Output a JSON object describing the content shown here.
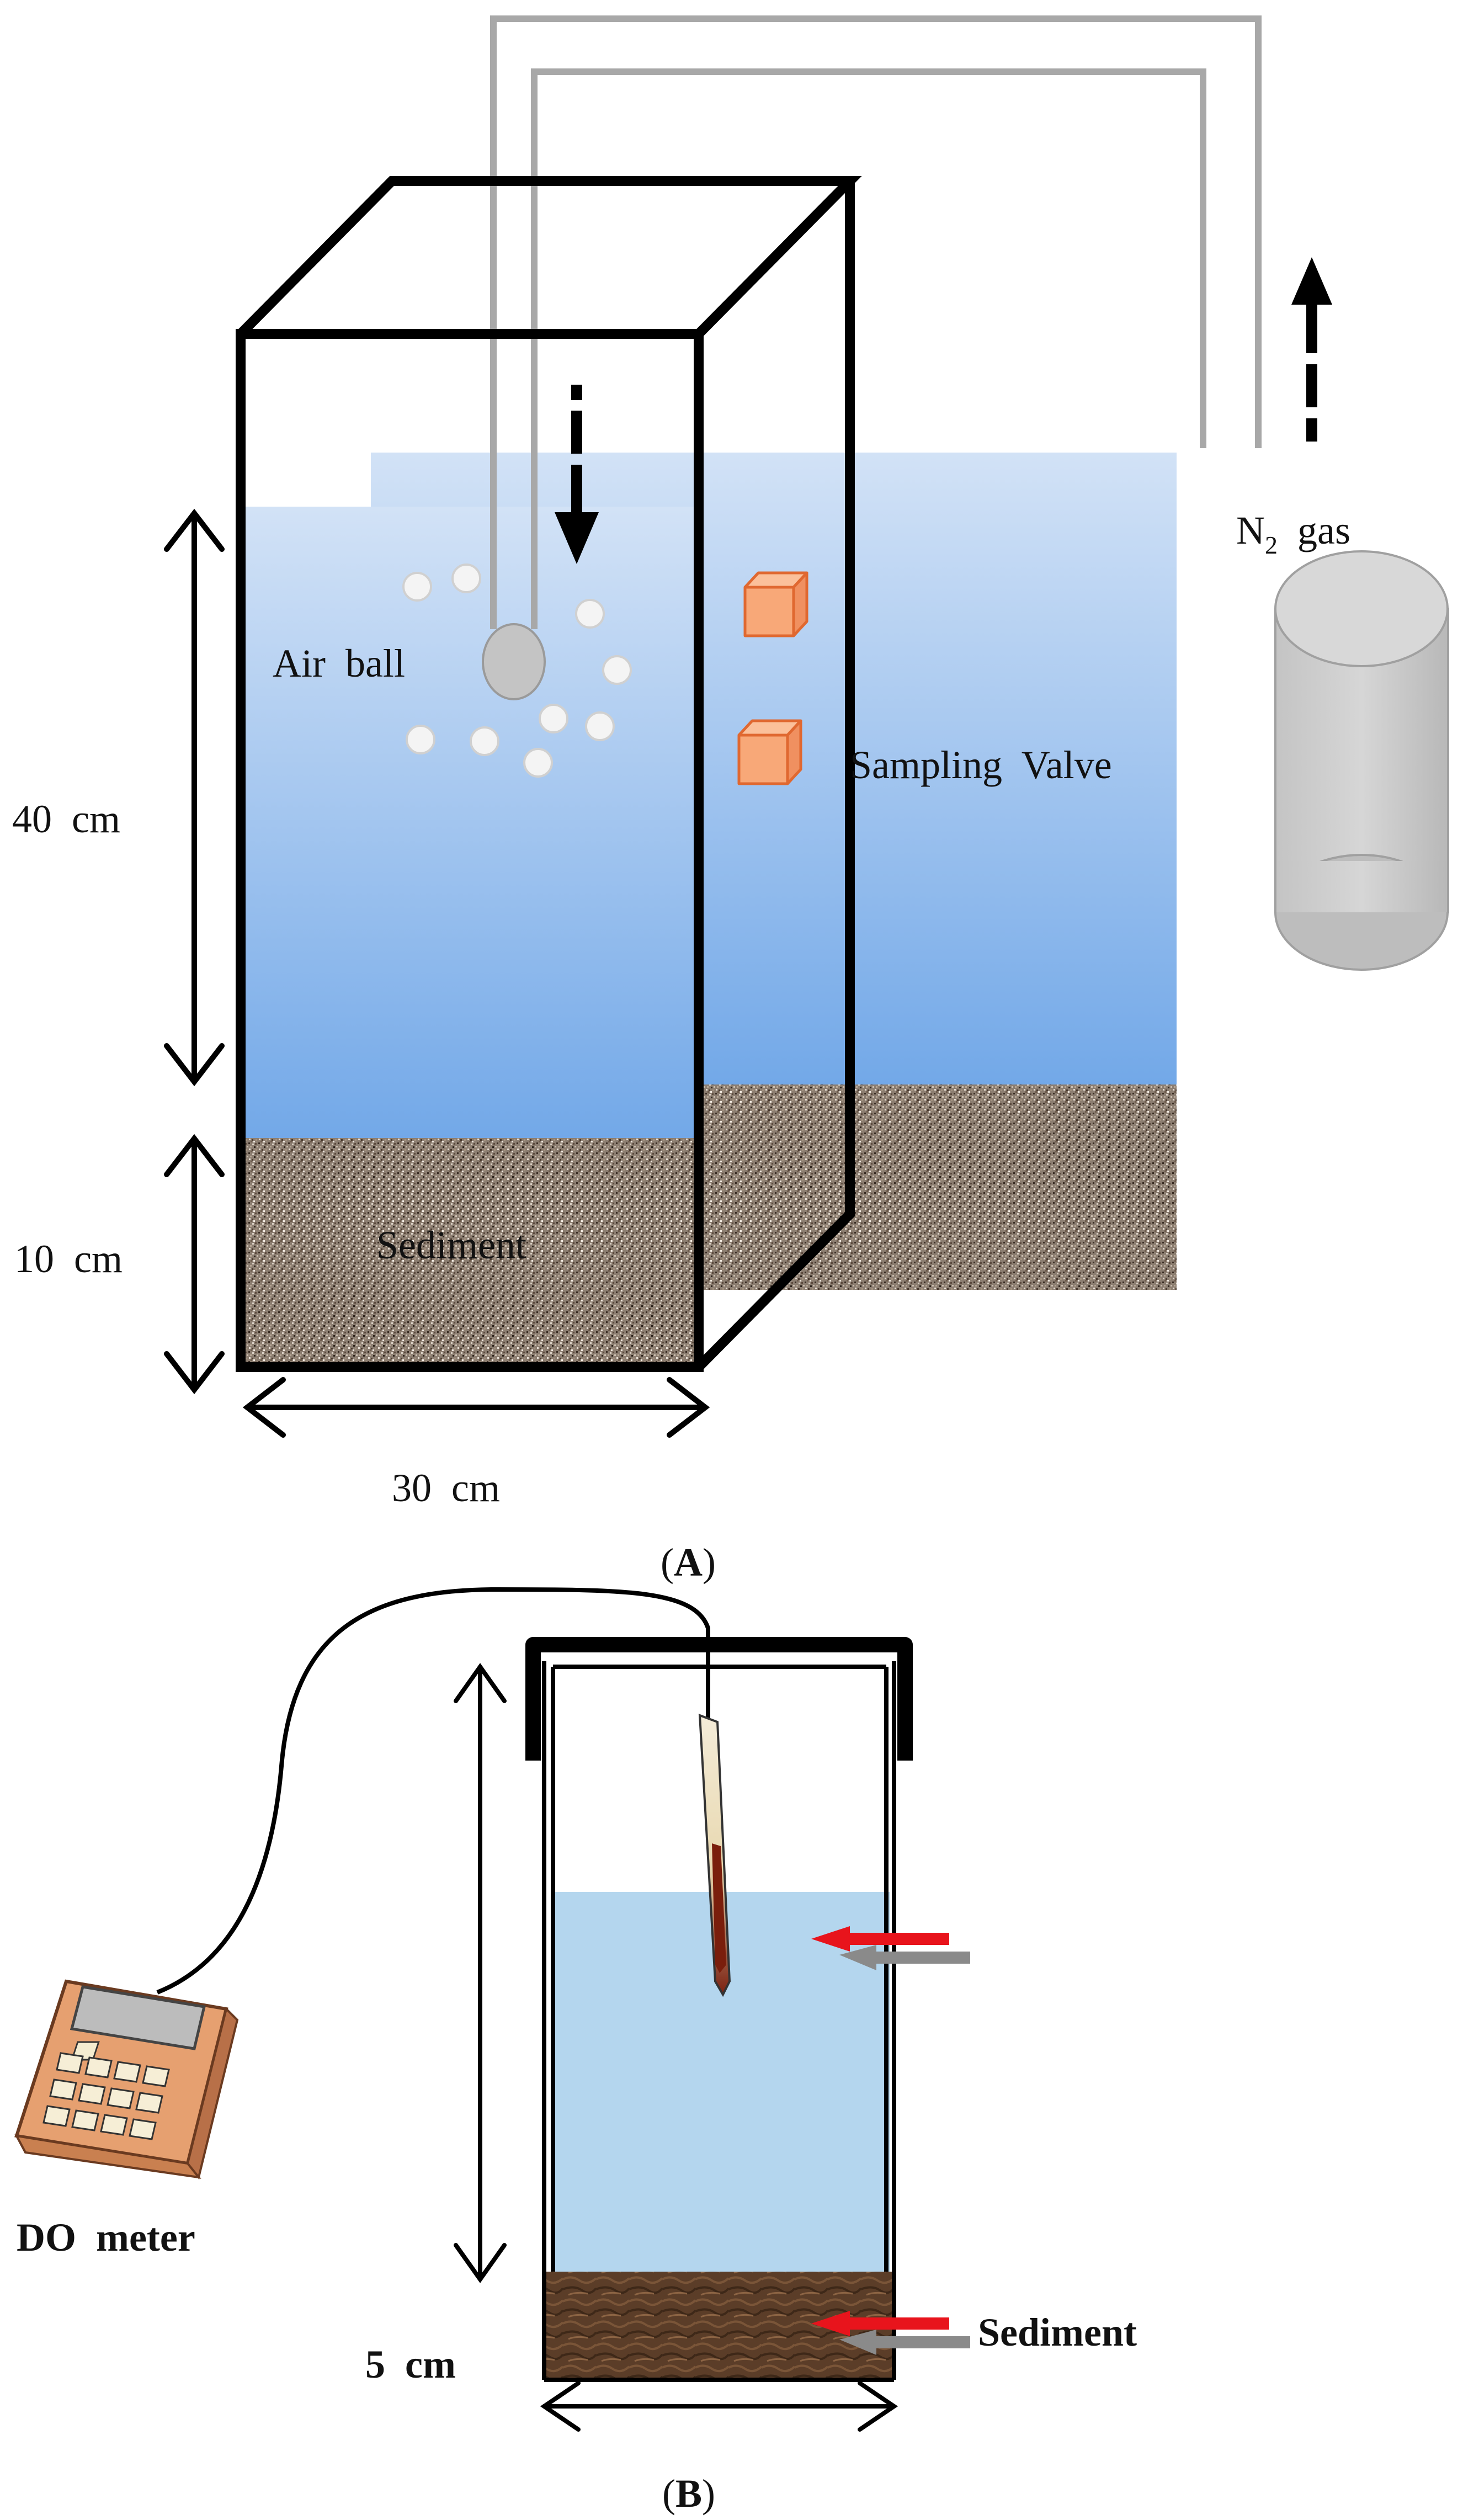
{
  "panel_a": {
    "depth_water": "40  cm",
    "depth_sediment": "10  cm",
    "width": "30  cm",
    "air_ball": "Air  ball",
    "sediment": "Sediment",
    "sampling_valve": "Sampling  Valve",
    "gas_main": "N",
    "gas_sub": "2",
    "gas_suffix": "  gas",
    "caption_open": "(",
    "caption_letter": "A",
    "caption_close": ")"
  },
  "panel_b": {
    "meter": "DO  meter",
    "depth": "5  cm",
    "sediment": "Sediment",
    "caption_open": "(",
    "caption_letter": "B",
    "caption_close": ")"
  },
  "colors": {
    "water_top": "#cfe0f5",
    "water_bottom": "#7aaee8",
    "sediment_a": "#8a7a6c",
    "water_b": "#b4d6ee",
    "sediment_b": "#5a3d2a",
    "valve": "#f8a878",
    "arrow_red": "#e8141c"
  },
  "icons": [
    "air-bubble-icon",
    "sampling-valve-icon",
    "gas-cylinder-icon",
    "do-meter-icon",
    "do-probe-icon",
    "flow-arrow-icon"
  ]
}
